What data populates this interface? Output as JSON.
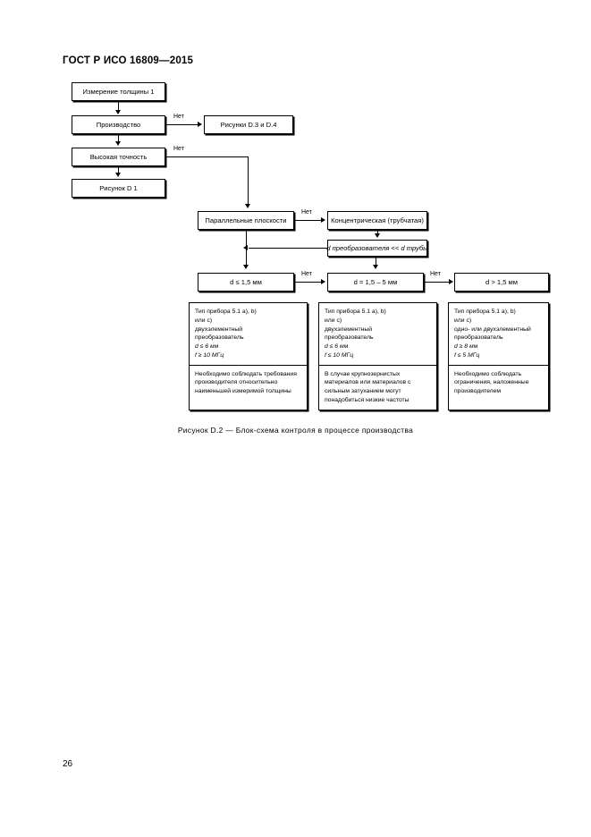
{
  "document": {
    "header": "ГОСТ Р ИСО 16809—2015",
    "page_number": "26",
    "figure_caption": "Рисунок  D.2 — Блок-схема контроля в процессе производства"
  },
  "flowchart": {
    "nodes": {
      "thickness_measurement": "Измерение толщины 1",
      "production": "Производство",
      "figures_d3_d4": "Рисунки D.3 и D.4",
      "high_accuracy": "Высокая точность",
      "figure_d1": "Рисунок D 1",
      "parallel_planes": "Параллельные плоскости",
      "concentric_tubular": "Концентрическая (трубчатая)",
      "transducer_diameter": "d преобразователя << d трубы",
      "d_le_15": "d ≤ 1,5 мм",
      "d_15_to_5": "d = 1,5 – 5 мм",
      "d_gt_15": "d > 1,5 мм"
    },
    "edge_labels": {
      "production_no": "Нет",
      "high_accuracy_no": "Нет",
      "parallel_no": "Нет",
      "d_le_15_no": "Нет",
      "d_15_5_no": "Нет"
    },
    "info_boxes": [
      {
        "id": "info-left",
        "top_lines": [
          "Тип прибора 5.1 a), b)",
          "или c)",
          "двухэлементный",
          "преобразователь",
          "d ≤ 6 мм",
          "f ≥ 10 МГц"
        ],
        "bottom_text": "Необходимо соблюдать требования производителя относительно наименьшей измеримой толщины"
      },
      {
        "id": "info-middle",
        "top_lines": [
          "Тип прибора 5.1 a), b)",
          "или c)",
          "двухэлементный",
          "преобразователь",
          "d ≤ 6 мм",
          "f ≤ 10 МГц"
        ],
        "bottom_text": "В случае крупнозернистых материалов или материалов с сильным затуханием могут понадобиться низкие частоты"
      },
      {
        "id": "info-right",
        "top_lines": [
          "Тип прибора 5.1 a), b)",
          "или c)",
          "одно- или двухэлементный",
          "преобразователь",
          "d ≥ 8 мм",
          "f ≤ 5 МГц"
        ],
        "bottom_text": "Необходимо соблюдать ограничения, наложенные производителем"
      }
    ]
  }
}
